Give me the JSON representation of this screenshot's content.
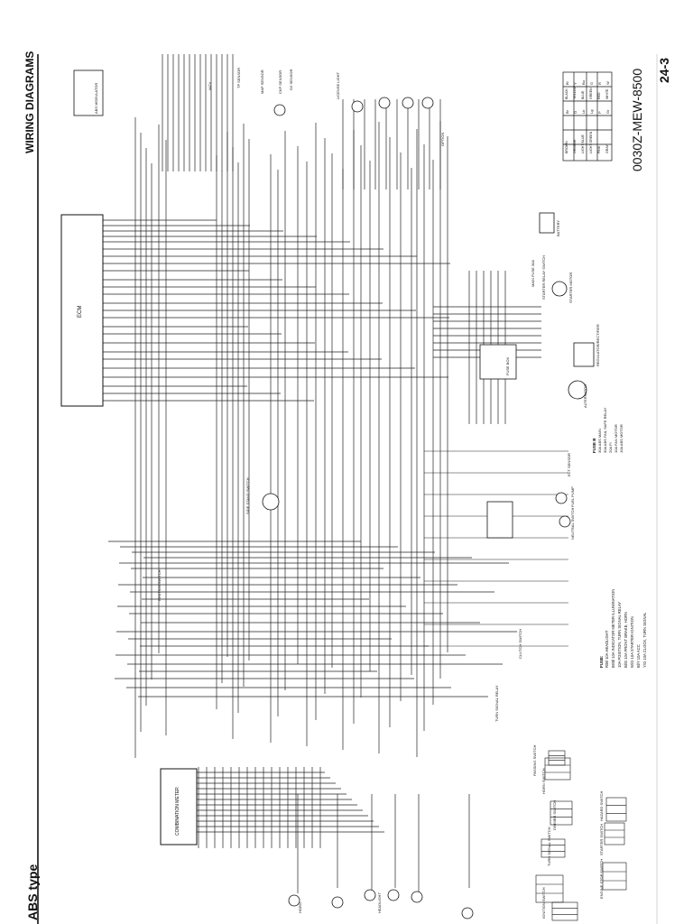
{
  "header": {
    "section_title": "WIRING DIAGRAMS",
    "page_number": "24-3",
    "variant": "ABS type",
    "drawing_code": "0030Z-MEW-8500"
  },
  "components": {
    "abs_modulator": "ABS MODULATOR",
    "ecm": "ECM",
    "combination_meter": "COMBINATION METER",
    "fuse_box": "FUSE BOX",
    "alternator": "ALTERNATOR",
    "regulator_rectifier": "REGULATOR/RECTIFIER",
    "starter_relay": "STARTER RELAY SWITCH",
    "starter_motor": "STARTER MOTOR",
    "battery": "BATTERY",
    "main_fuse": "MAIN FUSE 30A",
    "tp_sensor": "TP SENSOR",
    "map_sensor": "MAP SENSOR",
    "ckp_sensor": "CKP SENSOR",
    "o2_sensor": "O2 SENSOR",
    "iac_valve": "IACV",
    "ignition_switch": "IGNITION SWITCH",
    "clutch_switch": "CLUTCH SWITCH",
    "neutral_switch": "NEUTRAL SWITCH",
    "side_stand_switch": "SIDE STAND SWITCH",
    "horn": "HORN",
    "headlight": "HEADLIGHT",
    "license_light": "LICENSE LIGHT",
    "turn_signal_relay": "TURN SIGNAL RELAY",
    "fuel_pump": "FUEL PUMP",
    "ect_sensor": "ECT SENSOR",
    "option": "OPTION"
  },
  "switch_tables": [
    "IGNITION SWITCH",
    "TURN SIGNAL SWITCH",
    "DIMMER SWITCH",
    "HORN SWITCH",
    "PASSING SWITCH",
    "ENGINE STOP SWITCH",
    "STARTER SWITCH",
    "HAZARD SWITCH"
  ],
  "fuse_notes": {
    "heading": "FUSE:",
    "lines": [
      "R/Bl  10A  HEADLIGHT",
      "Br/Bl 10A  INDICATOR METER ILLUMINATION",
      "       10A  POSITION, TURN SIGNAL RELAY",
      "Bl/G   10A  FRONT BRAKE, HORN",
      "W/G   10A  STARTER IGNITION",
      "Bl/Y   10A  ACC",
      "Y/G    10A  CLOCK, TURN SIGNAL"
    ]
  },
  "fuse_b_notes": {
    "heading": "FUSE B",
    "lines": [
      "30A  ABS MAIN",
      "30A  ABS FAIL SAFE RELAY",
      "20A  FI",
      "10A  FAN MOTOR",
      "10A  ABS MOTOR"
    ]
  },
  "color_code_legend": {
    "rows": [
      [
        "Bl",
        "BLACK",
        "Br",
        "BROWN"
      ],
      [
        "Y",
        "YELLOW",
        "O",
        "ORANGE"
      ],
      [
        "Bu",
        "BLUE",
        "Lb",
        "LIGHT BLUE"
      ],
      [
        "G",
        "GREEN",
        "Lg",
        "LIGHT GREEN"
      ],
      [
        "R",
        "RED",
        "P",
        "PINK"
      ],
      [
        "W",
        "WHITE",
        "Gr",
        "GRAY"
      ]
    ]
  },
  "colors": {
    "ink": "#1a1a1a",
    "paper": "#ffffff"
  }
}
